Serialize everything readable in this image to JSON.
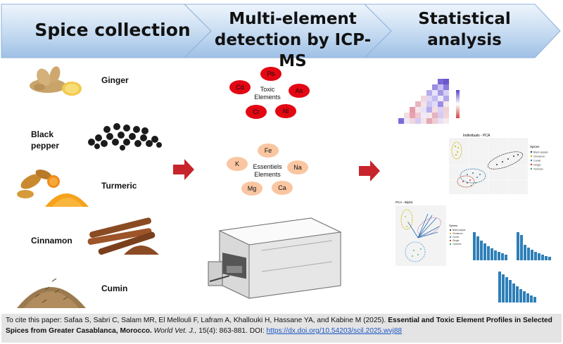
{
  "header": {
    "step1": "Spice collection",
    "step2_line1": "Multi-element",
    "step2_line2": "detection by ICP-MS",
    "step3_line1": "Statistical",
    "step3_line2": "analysis"
  },
  "spices": {
    "ginger": "Ginger",
    "black_pepper_1": "Black",
    "black_pepper_2": "pepper",
    "turmeric": "Turmeric",
    "cinnamon": "Cinnamon",
    "cumin": "Cumin"
  },
  "toxic": {
    "title_1": "Toxic",
    "title_2": "Elements",
    "elements": [
      "Pb",
      "Cd",
      "As",
      "Cr",
      "Ni"
    ]
  },
  "essential": {
    "title_1": "Essentiels",
    "title_2": "Elements",
    "elements": [
      "Fe",
      "K",
      "Na",
      "Mg",
      "Ca"
    ]
  },
  "plots": {
    "pca_title": "Individuals - PCA",
    "biplot_title": "PCA - Biplot",
    "legend_title": "Spices",
    "legend_items": [
      "Black pepper",
      "Cinnamon",
      "Cumin",
      "Ginger",
      "Turmeric"
    ]
  },
  "citation": {
    "prefix": "To cite this paper: Safaa S, Sabri C, Salam MR, El Mellouli F, Lafram A, Khallouki H, Hassane YA, and Kabine M (2025). ",
    "title": "Essential and Toxic Element Profiles in Selected Spices from Greater Casablanca, Morocco.",
    "journal": "World Vet. J.,",
    "details": " 15(4): 863-881. DOI: ",
    "doi": "https://dx.doi.org/10.54203/scil.2025.wvj88"
  },
  "colors": {
    "banner_top": "#e8f1fb",
    "banner_bottom": "#a9c8ea",
    "toxic_red": "#e30613",
    "essential_peach": "#f9c6a1",
    "arrow_red": "#c8242b",
    "citation_bg": "#e4e4e4",
    "link_blue": "#1a56c4"
  }
}
